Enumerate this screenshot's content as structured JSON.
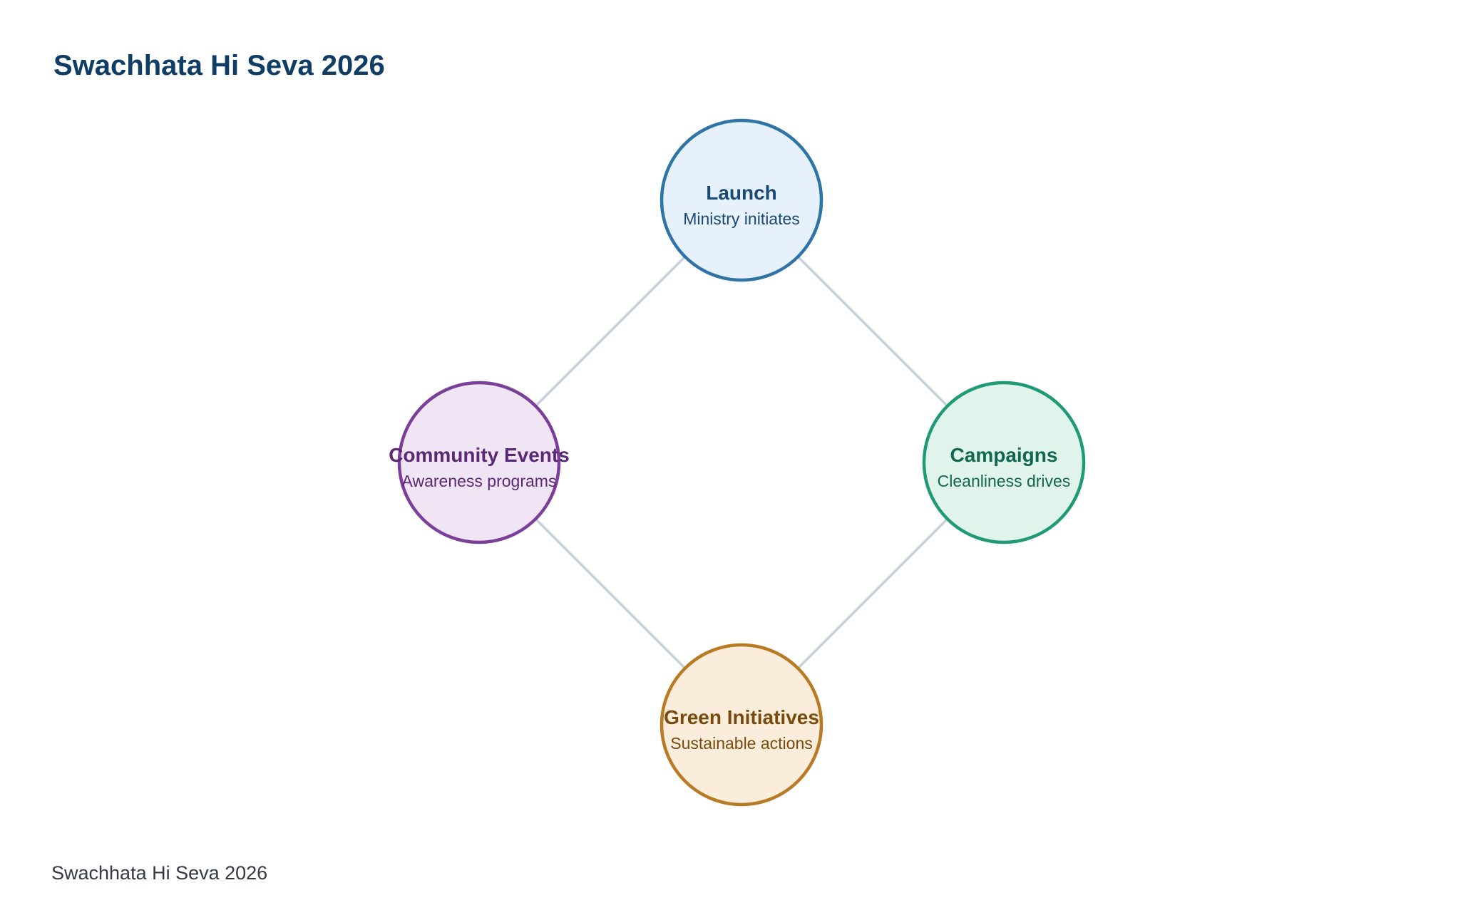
{
  "title": "Swachhata Hi Seva 2026",
  "footer": "Swachhata Hi Seva 2026",
  "colors": {
    "title": "#0f3d66",
    "connector": "#c8d0da",
    "footer": "#333a45"
  },
  "nodes": [
    {
      "id": "launch",
      "title": "Launch",
      "subtitle": "Ministry initiates",
      "stroke": "#2e74a6",
      "fill": "#e7f1fb",
      "text": "#1a4a74"
    },
    {
      "id": "campaigns",
      "title": "Campaigns",
      "subtitle": "Cleanliness drives",
      "stroke": "#1f9a77",
      "fill": "#e1f4ec",
      "text": "#11664f"
    },
    {
      "id": "green-initiatives",
      "title": "Green Initiatives",
      "subtitle": "Sustainable actions",
      "stroke": "#b87a22",
      "fill": "#fbeddb",
      "text": "#7a4a0c"
    },
    {
      "id": "community-events",
      "title": "Community Events",
      "subtitle": "Awareness programs",
      "stroke": "#7b3f9b",
      "fill": "#efe5f4",
      "text": "#5a2875"
    }
  ],
  "edges": [
    [
      "launch",
      "campaigns"
    ],
    [
      "campaigns",
      "green-initiatives"
    ],
    [
      "green-initiatives",
      "community-events"
    ],
    [
      "community-events",
      "launch"
    ]
  ]
}
